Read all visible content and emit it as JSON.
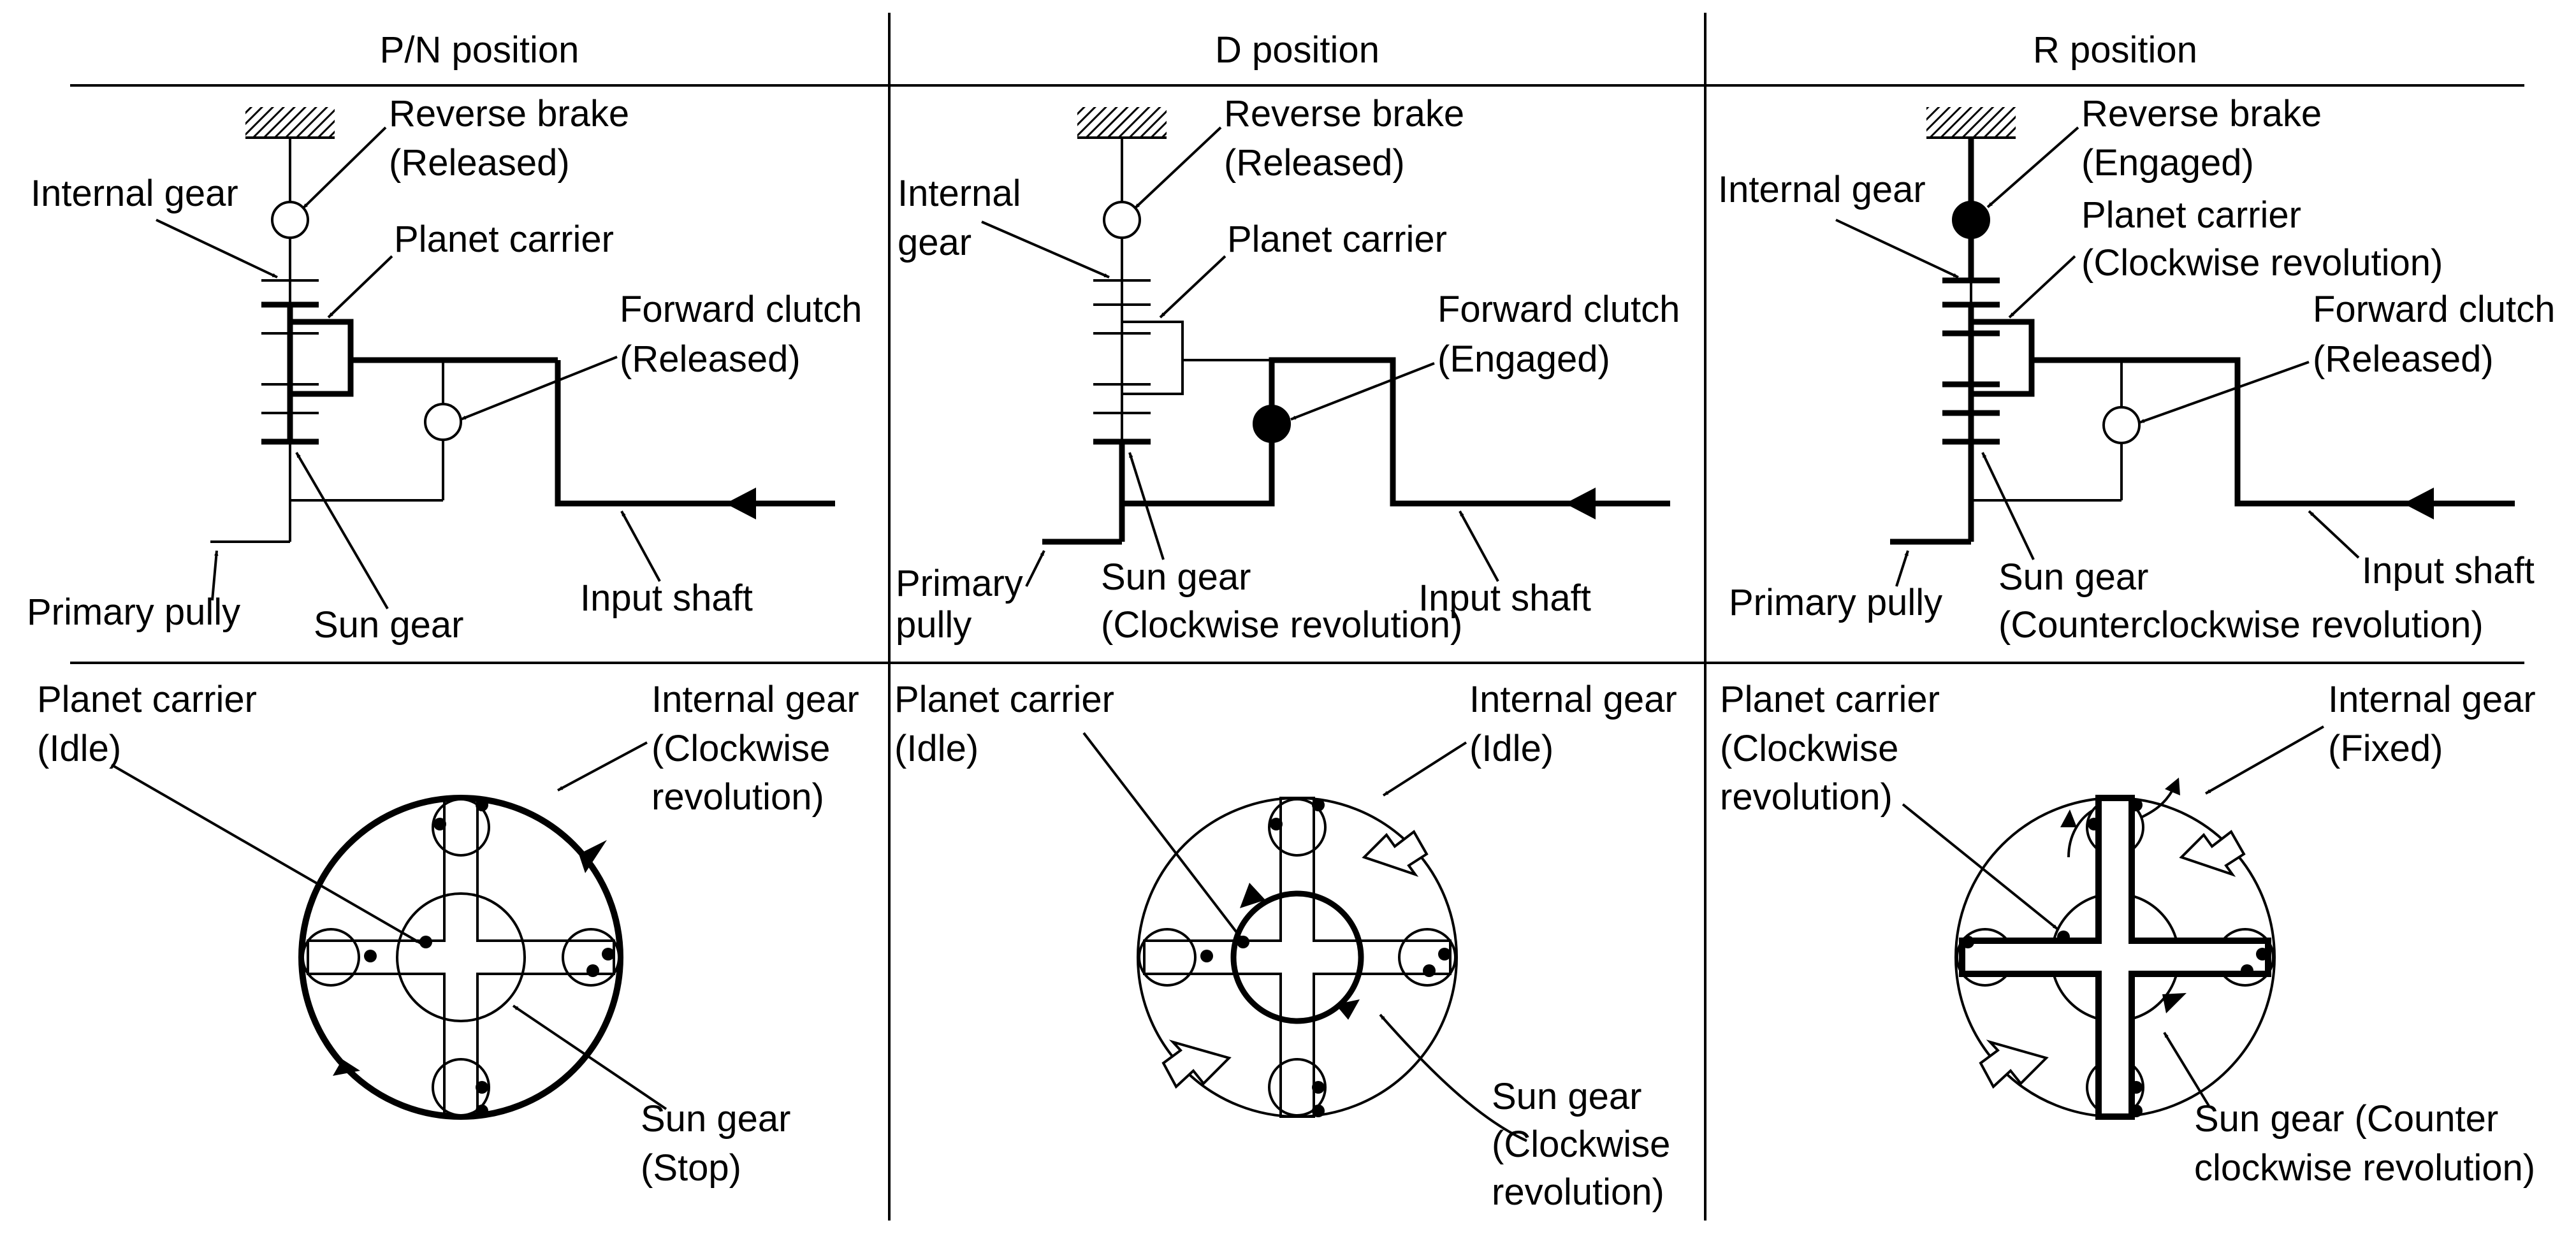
{
  "headers": {
    "pn": "P/N position",
    "d": "D position",
    "r": "R position"
  },
  "pn": {
    "top": {
      "reverse_brake": [
        "Reverse brake",
        "(Released)"
      ],
      "internal_gear": [
        "Internal gear"
      ],
      "planet_carrier": [
        "Planet carrier"
      ],
      "forward_clutch": [
        "Forward clutch",
        "(Released)"
      ],
      "primary_pully": [
        "Primary pully"
      ],
      "sun_gear": [
        "Sun gear"
      ],
      "input_shaft": [
        "Input shaft"
      ]
    },
    "bottom": {
      "planet_carrier": [
        "Planet carrier",
        "(Idle)"
      ],
      "internal_gear": [
        "Internal gear",
        "(Clockwise",
        "revolution)"
      ],
      "sun_gear": [
        "Sun gear",
        "(Stop)"
      ]
    }
  },
  "d": {
    "top": {
      "reverse_brake": [
        "Reverse brake",
        "(Released)"
      ],
      "internal_gear": [
        "Internal",
        "gear"
      ],
      "planet_carrier": [
        "Planet carrier"
      ],
      "forward_clutch": [
        "Forward clutch",
        "(Engaged)"
      ],
      "primary_pully": [
        "Primary",
        "pully"
      ],
      "sun_gear": [
        "Sun gear",
        "(Clockwise revolution)"
      ],
      "input_shaft": [
        "Input shaft"
      ]
    },
    "bottom": {
      "planet_carrier": [
        "Planet carrier",
        "(Idle)"
      ],
      "internal_gear": [
        "Internal gear",
        "(Idle)"
      ],
      "sun_gear": [
        "Sun gear",
        "(Clockwise",
        "revolution)"
      ]
    }
  },
  "r": {
    "top": {
      "reverse_brake": [
        "Reverse brake",
        "(Engaged)"
      ],
      "internal_gear": [
        "Internal gear"
      ],
      "planet_carrier": [
        "Planet carrier",
        "(Clockwise revolution)"
      ],
      "forward_clutch": [
        "Forward clutch",
        "(Released)"
      ],
      "primary_pully": [
        "Primary pully"
      ],
      "sun_gear": [
        "Sun gear",
        "(Counterclockwise revolution)"
      ],
      "input_shaft": [
        "Input shaft"
      ]
    },
    "bottom": {
      "planet_carrier": [
        "Planet carrier",
        "(Clockwise",
        "revolution)"
      ],
      "internal_gear": [
        "Internal gear",
        "(Fixed)"
      ],
      "sun_gear": [
        "Sun gear (Counter",
        "clockwise revolution)"
      ]
    }
  }
}
